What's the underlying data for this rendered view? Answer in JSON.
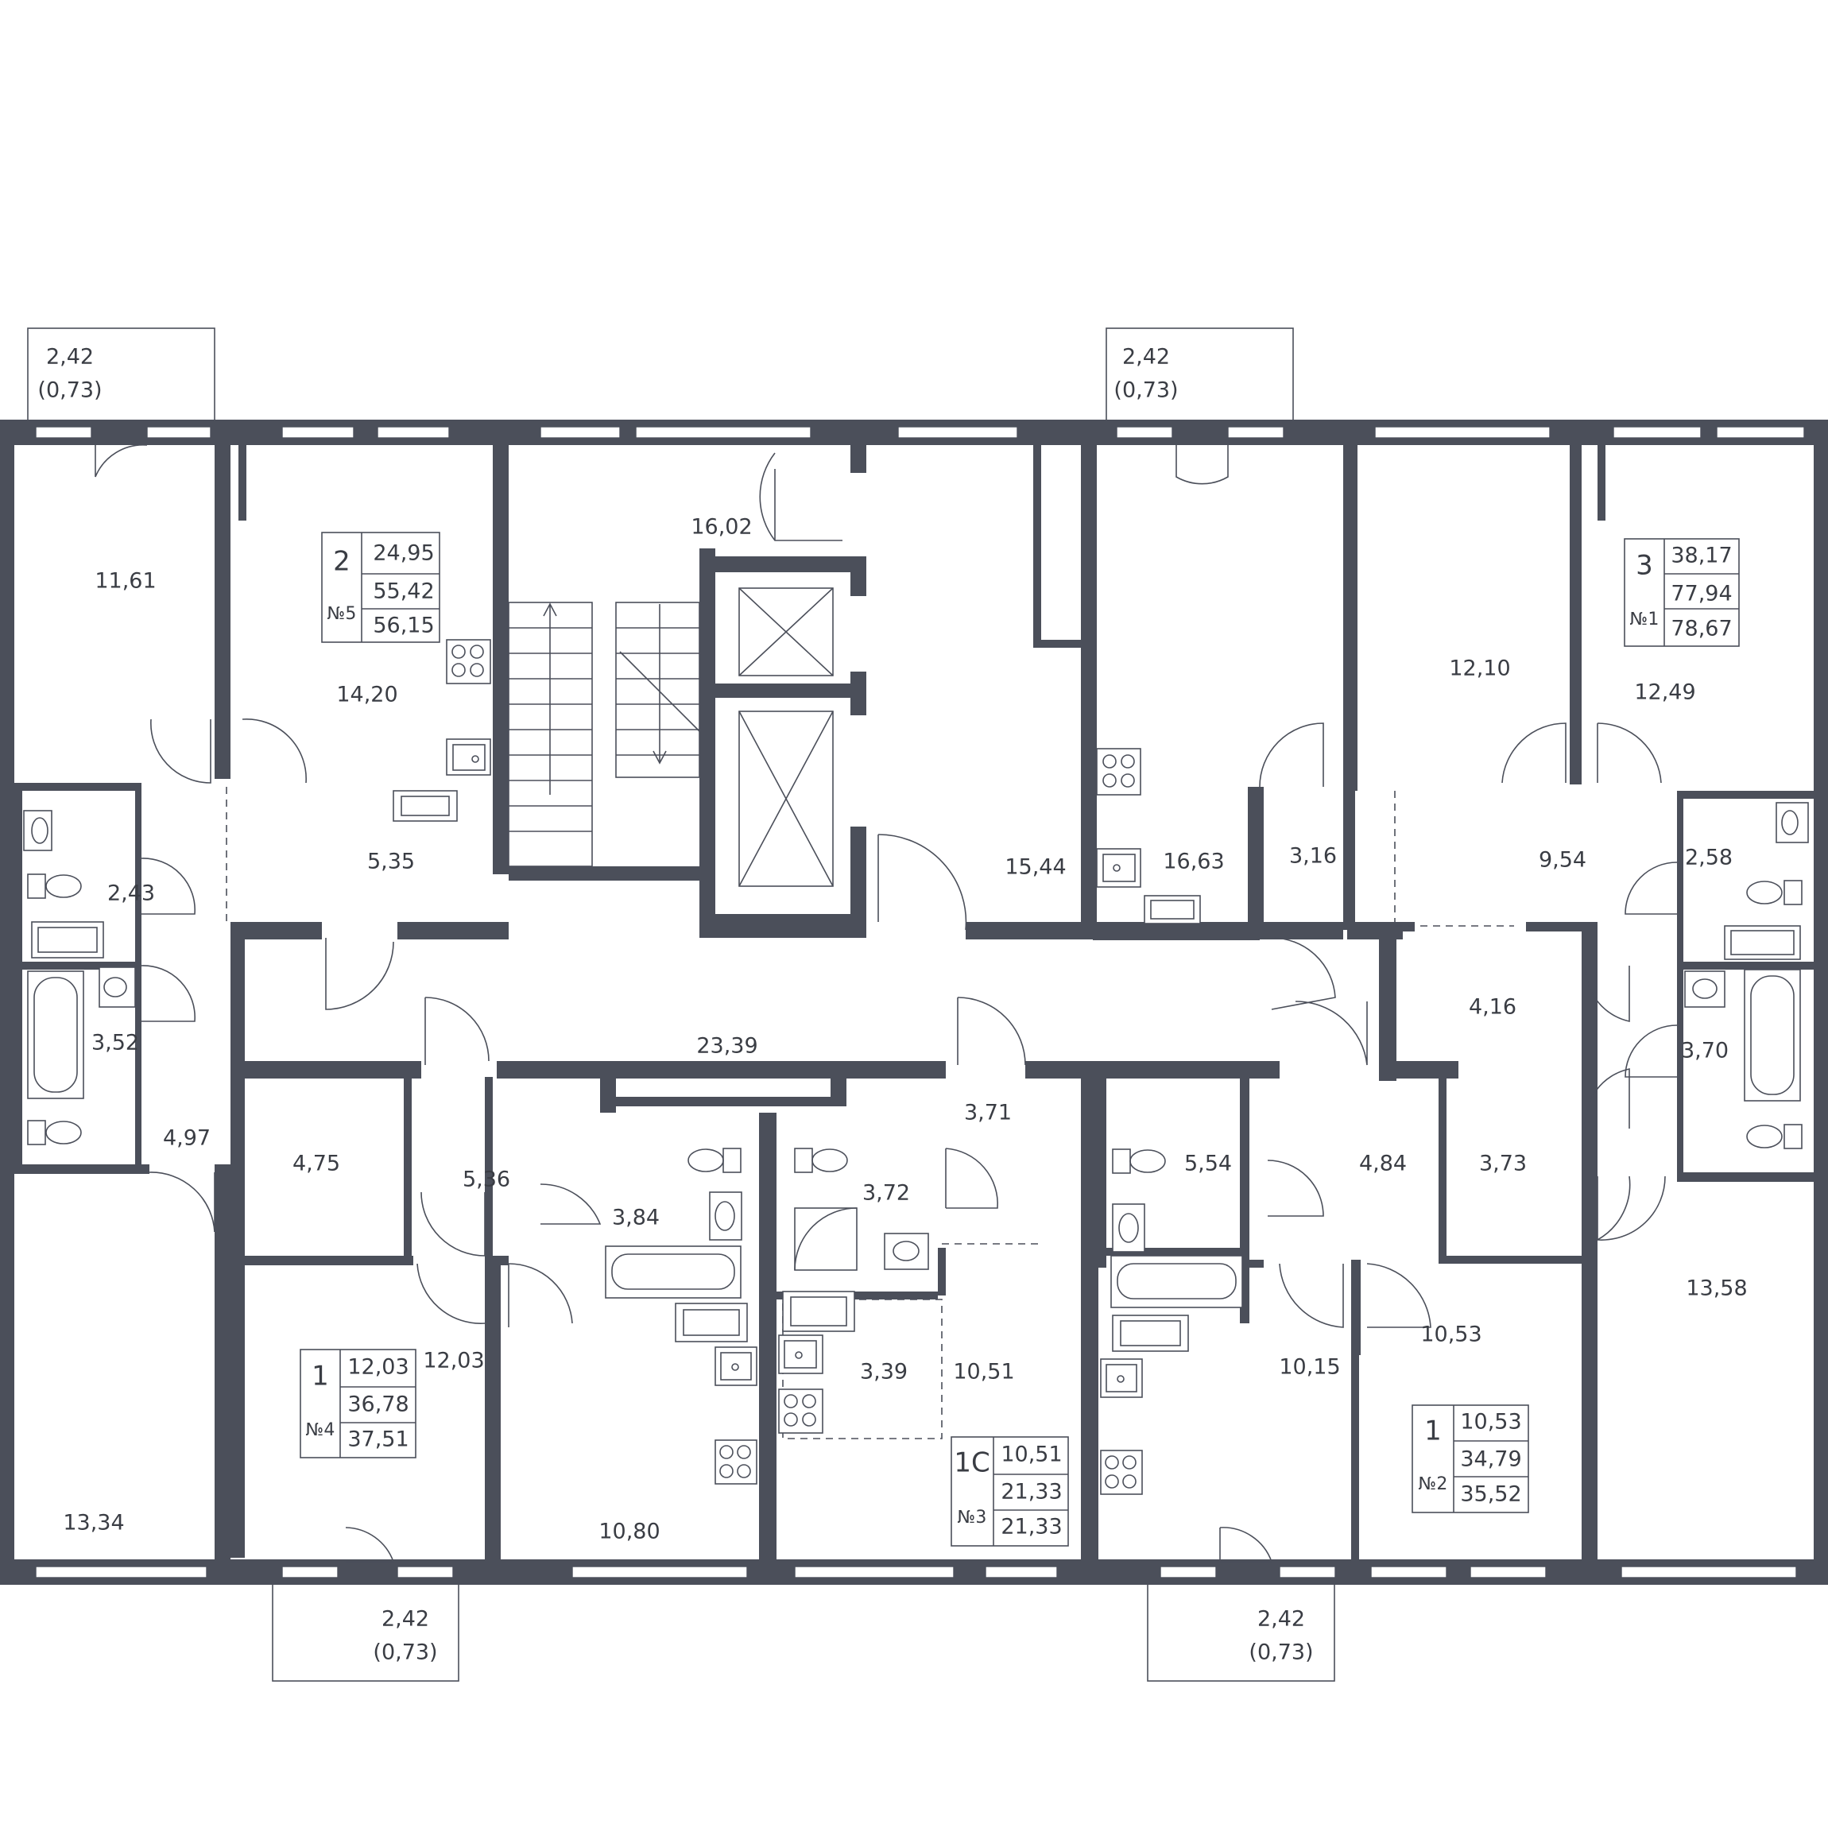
{
  "rooms": {
    "room_11_61": "11,61",
    "room_14_20": "14,20",
    "room_16_02": "16,02",
    "room_15_44": "15,44",
    "room_16_63": "16,63",
    "room_12_10": "12,10",
    "room_12_49": "12,49",
    "room_2_43": "2,43",
    "room_5_35": "5,35",
    "room_3_16": "3,16",
    "room_9_54": "9,54",
    "room_2_58": "2,58",
    "room_3_52": "3,52",
    "room_23_39": "23,39",
    "room_4_16": "4,16",
    "room_3_70": "3,70",
    "room_4_97": "4,97",
    "room_4_75": "4,75",
    "room_5_36": "5,36",
    "room_3_84": "3,84",
    "room_3_72": "3,72",
    "room_3_71": "3,71",
    "room_5_54": "5,54",
    "room_4_84": "4,84",
    "room_3_73": "3,73",
    "room_13_58": "13,58",
    "room_12_03": "12,03",
    "room_3_39": "3,39",
    "room_10_51": "10,51",
    "room_10_15": "10,15",
    "room_10_53": "10,53",
    "room_13_34": "13,34",
    "room_10_80": "10,80"
  },
  "balconies": [
    {
      "area": "2,42",
      "reduced": "(0,73)"
    },
    {
      "area": "2,42",
      "reduced": "(0,73)"
    },
    {
      "area": "2,42",
      "reduced": "(0,73)"
    },
    {
      "area": "2,42",
      "reduced": "(0,73)"
    }
  ],
  "apartments": [
    {
      "rooms": "2",
      "number": "№5",
      "living": "24,95",
      "total": "55,42",
      "total_balcony": "56,15"
    },
    {
      "rooms": "3",
      "number": "№1",
      "living": "38,17",
      "total": "77,94",
      "total_balcony": "78,67"
    },
    {
      "rooms": "1",
      "number": "№4",
      "living": "12,03",
      "total": "36,78",
      "total_balcony": "37,51"
    },
    {
      "rooms": "1С",
      "number": "№3",
      "living": "10,51",
      "total": "21,33",
      "total_balcony": "21,33"
    },
    {
      "rooms": "1",
      "number": "№2",
      "living": "10,53",
      "total": "34,79",
      "total_balcony": "35,52"
    }
  ],
  "icons": [
    "stove-icon",
    "sink-icon",
    "toilet-icon",
    "bathtub-icon",
    "shower-icon",
    "elevator-icon",
    "stairs-icon"
  ]
}
